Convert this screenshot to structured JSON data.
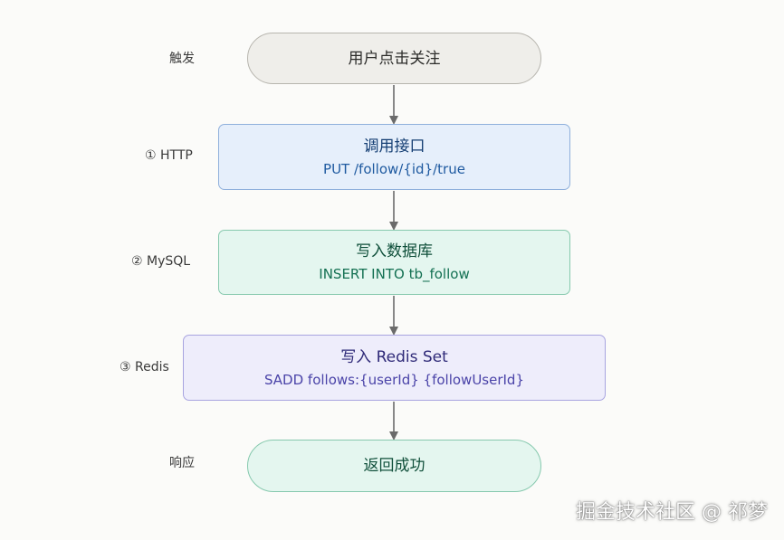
{
  "labels": {
    "trigger": "触发",
    "http": "① HTTP",
    "mysql": "② MySQL",
    "redis": "③ Redis",
    "response": "响应"
  },
  "steps": {
    "trigger": {
      "title": "用户点击关注"
    },
    "http": {
      "title": "调用接口",
      "detail": "PUT /follow/{id}/true"
    },
    "mysql": {
      "title": "写入数据库",
      "detail": "INSERT INTO tb_follow"
    },
    "redis": {
      "title": "写入 Redis Set",
      "detail": "SADD follows:{userId} {followUserId}"
    },
    "response": {
      "title": "返回成功"
    }
  },
  "watermark": "掘金技术社区 @ 祁梦",
  "colors": {
    "background": "#fbfbf9",
    "trigger_fill": "#efeeea",
    "http_fill": "#e6effb",
    "mysql_fill": "#e4f6ef",
    "redis_fill": "#eeedfb",
    "response_fill": "#e4f6ef",
    "arrow": "#6b6b6b"
  }
}
